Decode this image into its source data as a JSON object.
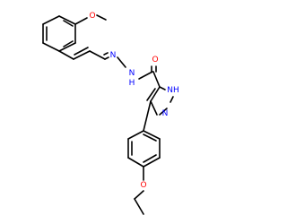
{
  "molecule": {
    "atom_colors": {
      "O": "#ff0000",
      "N": "#0000ff",
      "C": "#000000"
    },
    "labels": {
      "methoxy_o": "O",
      "carbonyl_o": "O",
      "imine_n": "N",
      "hydrazide_nh": "N",
      "hydrazide_h": "H",
      "pyrazole_nh": "NH",
      "pyrazole_n": "N",
      "ethoxy_o": "O"
    }
  }
}
